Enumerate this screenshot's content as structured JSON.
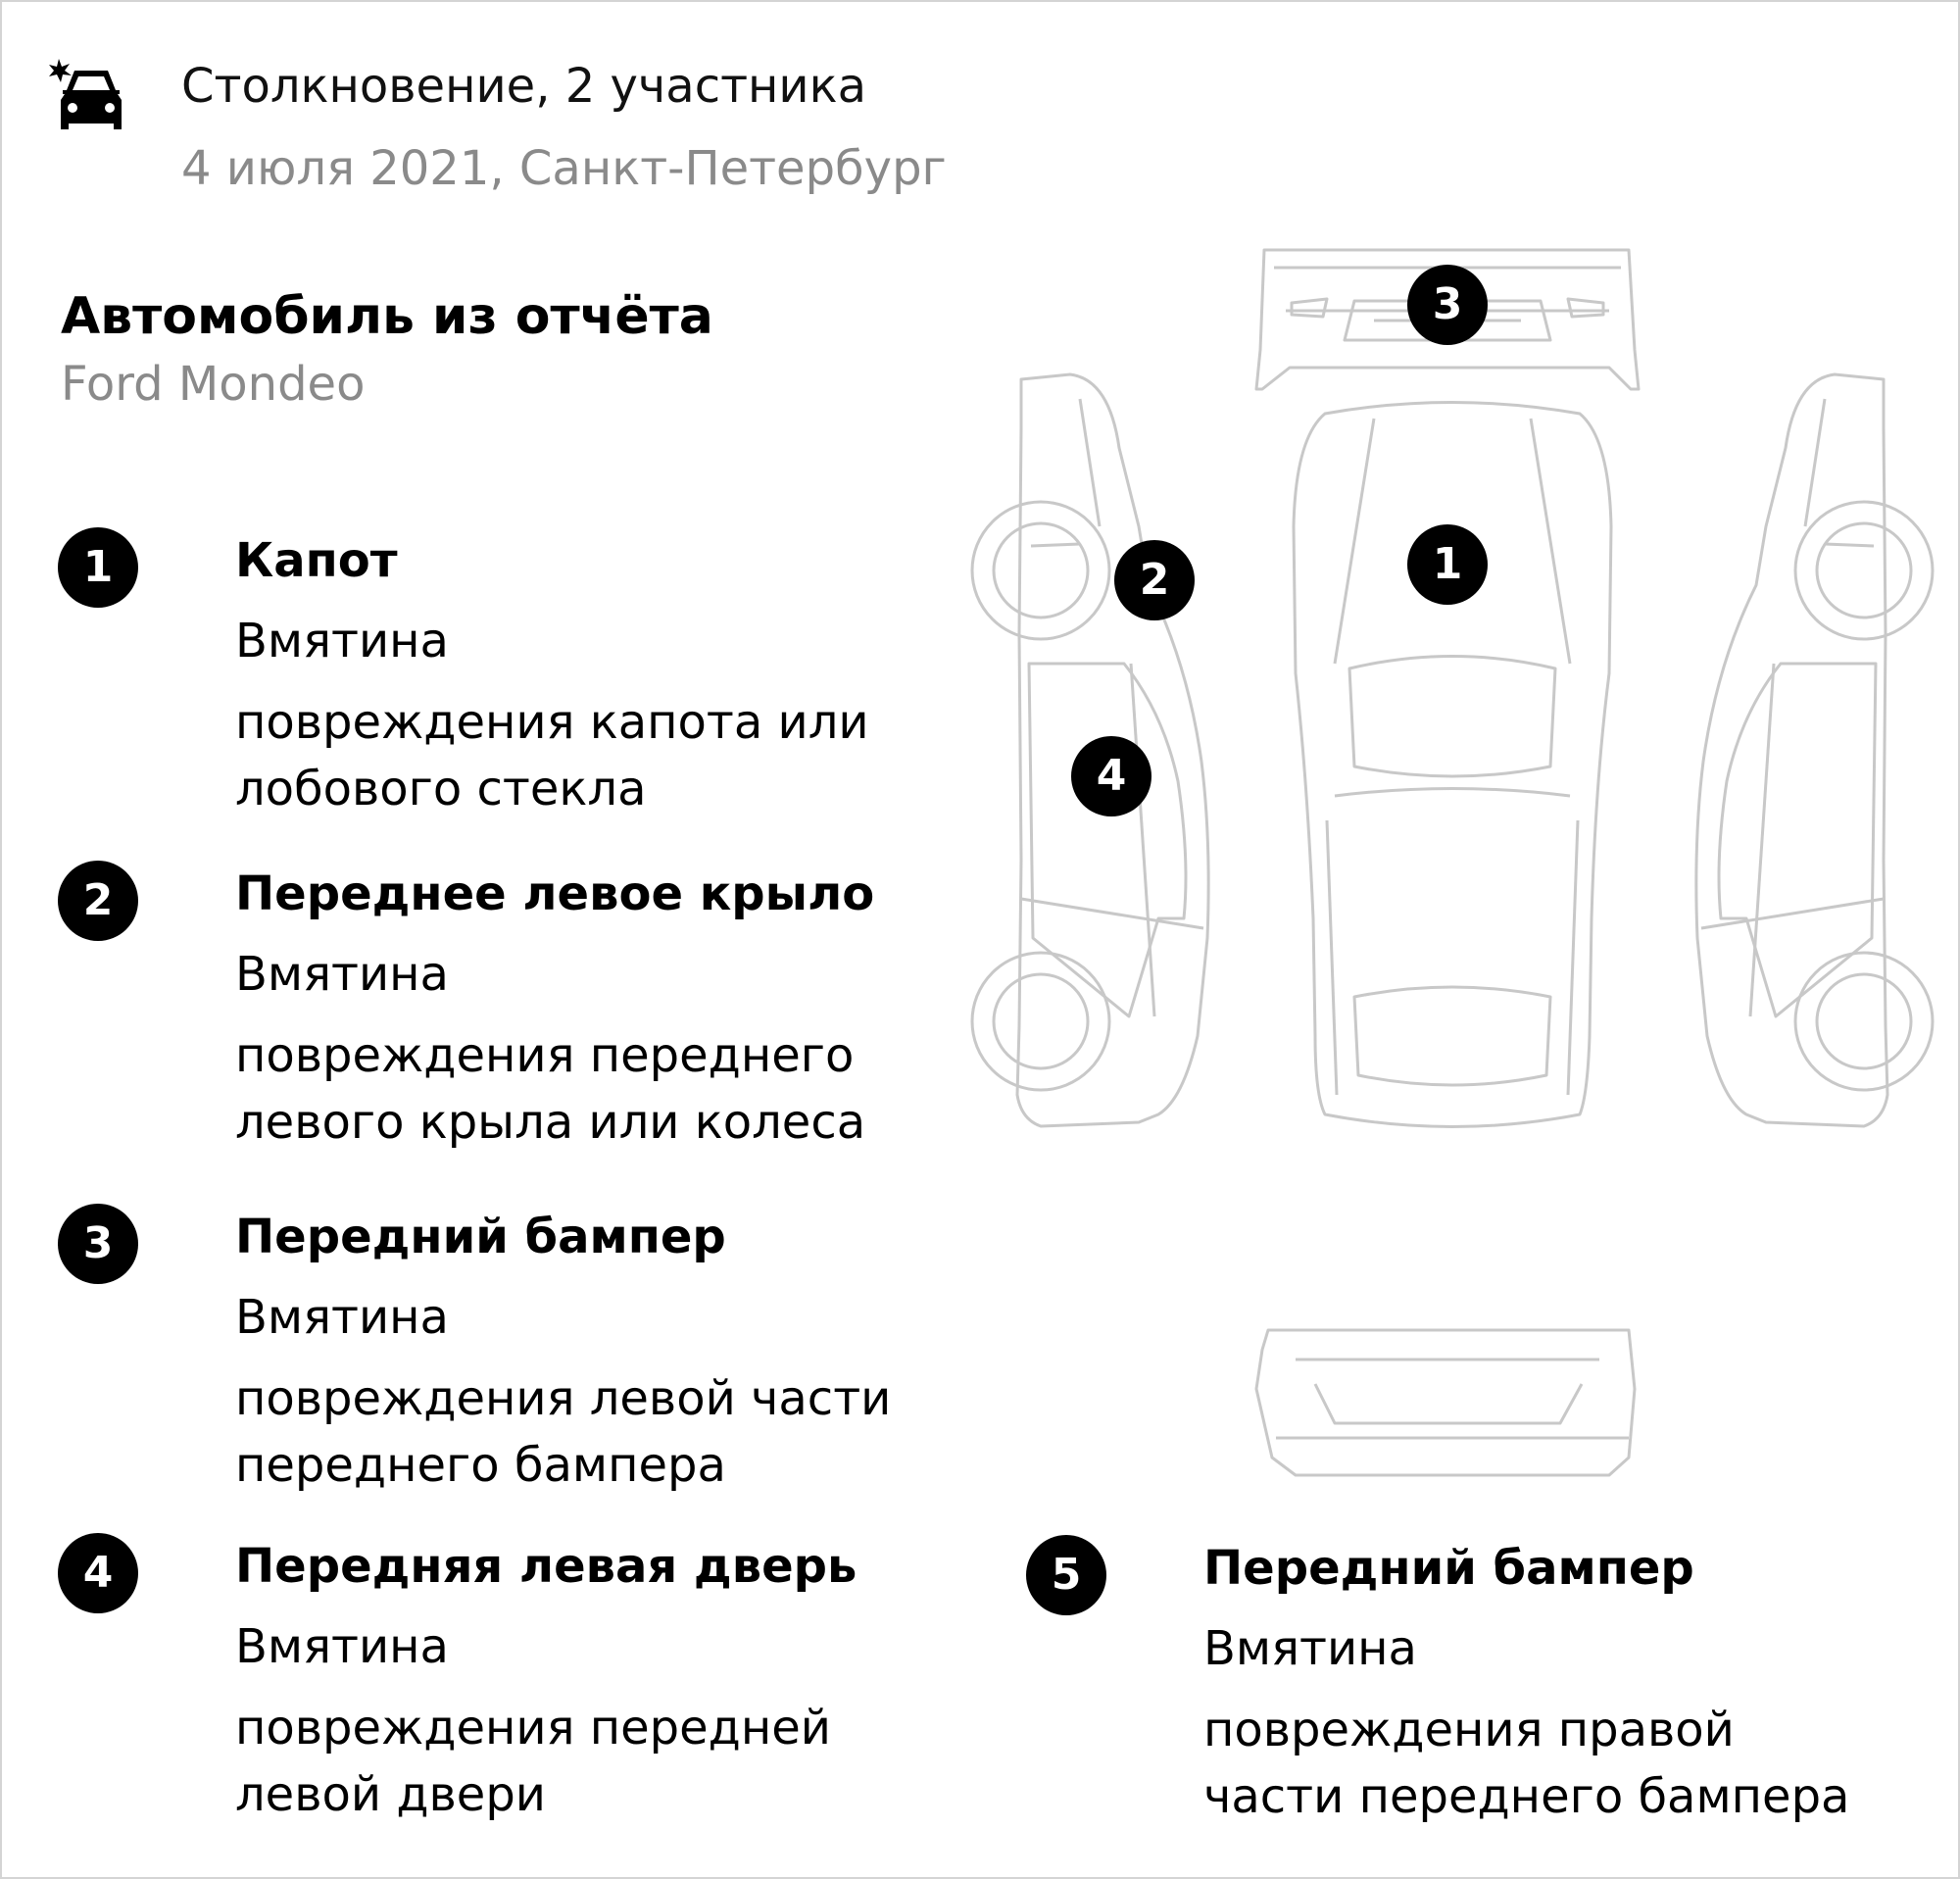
{
  "incident": {
    "icon": "car-crash-icon",
    "title": "Столкновение, 2 участника",
    "subtitle": "4 июля 2021, Санкт-Петербург"
  },
  "vehicle": {
    "heading": "Автомобиль из отчёта",
    "model": "Ford Mondeo"
  },
  "damages": [
    {
      "number": "1",
      "part": "Капот",
      "type": "Вмятина",
      "description": "повреждения капота или лобового стекла"
    },
    {
      "number": "2",
      "part": "Переднее левое крыло",
      "type": "Вмятина",
      "description": "повреждения переднего левого крыла или колеса"
    },
    {
      "number": "3",
      "part": "Передний бампер",
      "type": "Вмятина",
      "description": "повреждения левой части переднего бампера"
    },
    {
      "number": "4",
      "part": "Передняя левая дверь",
      "type": "Вмятина",
      "description": "повреждения передней левой двери"
    },
    {
      "number": "5",
      "part": "Передний бампер",
      "type": "Вмятина",
      "description": "повреждения правой части переднего бампера"
    }
  ],
  "diagram_markers": [
    "1",
    "2",
    "3",
    "4"
  ],
  "colors": {
    "marker": "#000000",
    "muted_text": "#8a8a8a",
    "outline": "#c8c8c8",
    "border": "#d4d4d4"
  }
}
